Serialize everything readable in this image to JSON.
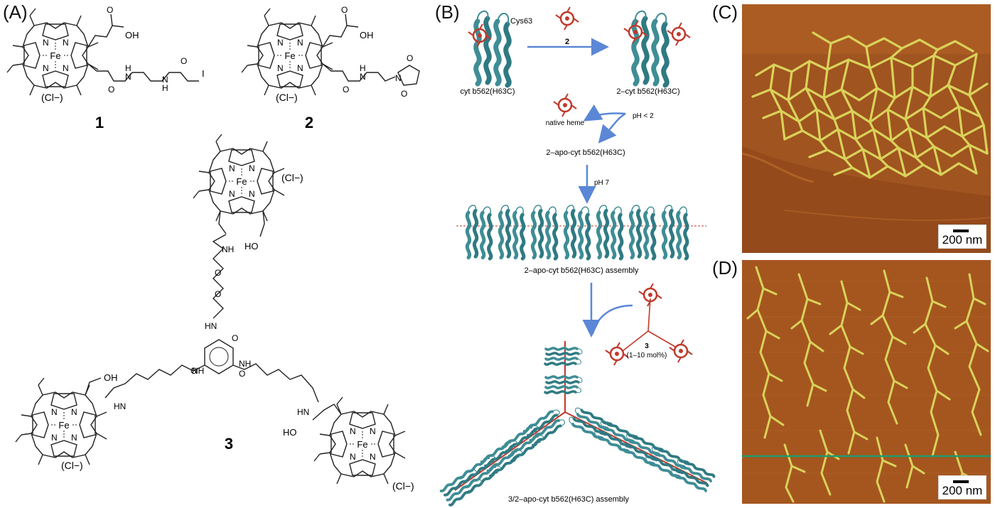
{
  "panel_a": {
    "label": "(A)",
    "compound_1": "1",
    "compound_2": "2",
    "compound_3": "3",
    "fe": "Fe",
    "n": "N",
    "cl": "(Cl−)",
    "oh": "OH",
    "ho": "HO",
    "nh": "NH",
    "hn": "HN",
    "h": "H",
    "n_amide": "N",
    "i": "I",
    "o": "O"
  },
  "panel_b": {
    "label": "(B)",
    "cys63": "Cys63",
    "reagent_2": "2",
    "start_label": "cyt b562(H63C)",
    "product_label": "2–cyt b562(H63C)",
    "native_heme": "native heme",
    "ph_low": "pH < 2",
    "apo_label": "2–apo-cyt b562(H63C)",
    "ph_7": "pH 7",
    "assembly_label": "2–apo-cyt b562(H63C) assembly",
    "reagent_3": "3",
    "reagent_3_amount": "(1–10 mol%)",
    "final_label": "3/2–apo-cyt b562(H63C) assembly"
  },
  "panel_c": {
    "label": "(C)",
    "scale": "200 nm"
  },
  "panel_d": {
    "label": "(D)",
    "scale": "200 nm"
  },
  "colors": {
    "protein": "#3f8d95",
    "heme": "#c0392b",
    "arrow": "#5b87d6",
    "afm_bg": "#a0541f",
    "afm_fiber": "#d9d25a",
    "line_marker": "#1e9b6a"
  }
}
